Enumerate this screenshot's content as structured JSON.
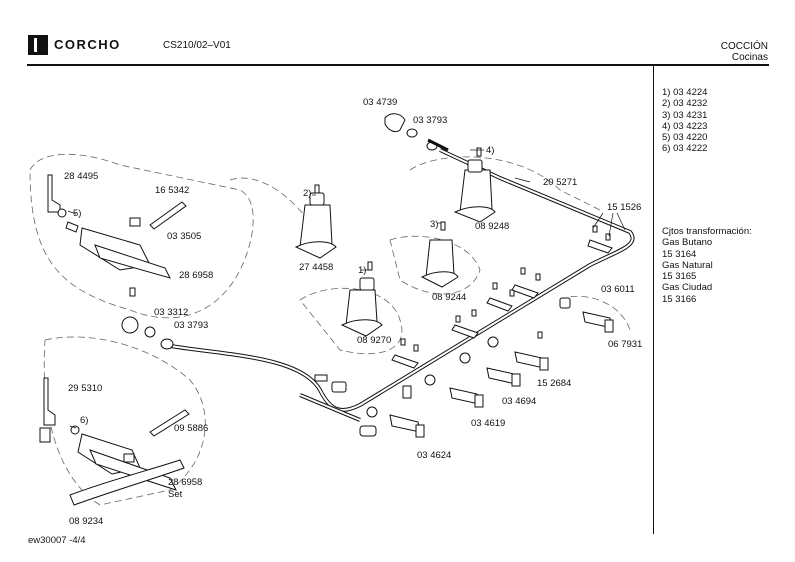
{
  "header": {
    "brand": "CORCHO",
    "doc_code": "CS210/02–V01",
    "category": "COCCIÓN",
    "subcategory": "Cocinas"
  },
  "variants": [
    "1)  03 4224",
    "2)  03 4232",
    "3)  03 4231",
    "4)  03 4223",
    "5)  03 4220",
    "6)  03 4222"
  ],
  "transform": {
    "title": "Cjtos  transformación:",
    "rows": [
      "Gas Butano",
      "15 3164",
      "Gas Natural",
      "15 3165",
      "Gas Ciudad",
      "15 3166"
    ]
  },
  "labels": {
    "p034739": "03 4739",
    "p033793a": "03 3793",
    "m4": "4)",
    "p205271": "20 5271",
    "p284495": "28 4495",
    "p165342": "16 5342",
    "m5": "5)",
    "m2": "2)",
    "p151526": "15 1526",
    "m3": "3)",
    "p089248": "08 9248",
    "p033505": "03 3505",
    "p286958a": "28 6958",
    "p274458": "27 4458",
    "m1": "1)",
    "p089244": "08 9244",
    "p036011": "03 6011",
    "p033312": "03 3312",
    "p033793b": "03 3793",
    "p089270": "08 9270",
    "p067931": "06 7931",
    "p152684": "15 2684",
    "p295310": "29 5310",
    "p034694": "03 4694",
    "m6": "6)",
    "p095886": "09 5886",
    "p034619": "03 4619",
    "p034624": "03 4624",
    "p286958b": "28 6958",
    "set": "Set",
    "p089234": "08 9234"
  },
  "footer": "ew30007  -4/4"
}
